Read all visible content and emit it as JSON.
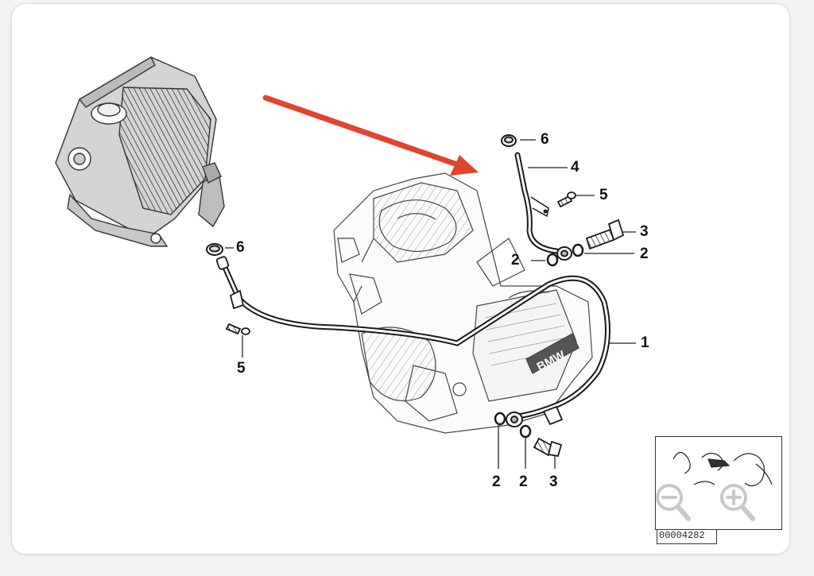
{
  "callouts": [
    {
      "id": "c6a",
      "text": "6"
    },
    {
      "id": "c4",
      "text": "4"
    },
    {
      "id": "c5a",
      "text": "5"
    },
    {
      "id": "c3a",
      "text": "3"
    },
    {
      "id": "c2a",
      "text": "2"
    },
    {
      "id": "c2b",
      "text": "2"
    },
    {
      "id": "c6b",
      "text": "6"
    },
    {
      "id": "c1",
      "text": "1"
    },
    {
      "id": "c5b",
      "text": "5"
    },
    {
      "id": "c2c",
      "text": "2"
    },
    {
      "id": "c2d",
      "text": "2"
    },
    {
      "id": "c3b",
      "text": "3"
    }
  ],
  "thumbnail": {
    "code": "00004282"
  },
  "controls": {
    "zoom_out": "zoom-out-icon",
    "zoom_in": "zoom-in-icon"
  },
  "colors": {
    "arrow": "#e0442e",
    "line": "#1a1a1a",
    "control": "#c8c8c8"
  }
}
